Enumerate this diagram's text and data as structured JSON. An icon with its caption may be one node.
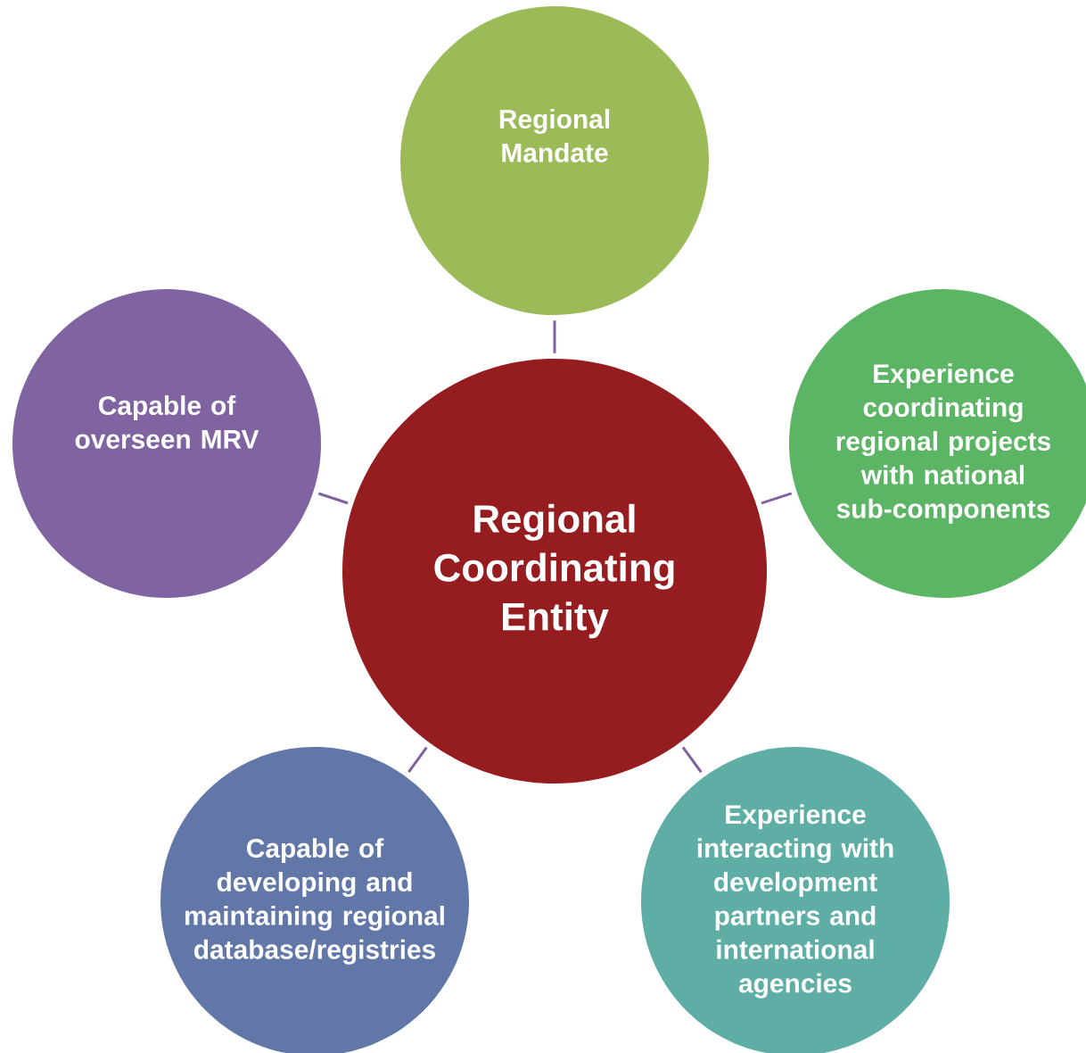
{
  "diagram": {
    "nodes": [
      {
        "text": [
          "Regional Coordinating Entity"
        ]
      },
      {
        "text": [
          "Regional Mandate"
        ]
      },
      {
        "text": [
          "Capable of overseen MRV"
        ]
      },
      {
        "text": [
          "Experience coordinating regional projects with national sub-components"
        ]
      },
      {
        "text": [
          "Capable of developing and maintaining regional database/registries"
        ]
      },
      {
        "text": [
          "Experience interacting with development partners and international agencies"
        ]
      }
    ],
    "edges": [
      {
        "from": 0,
        "to": 1,
        "arrow": "none"
      },
      {
        "from": 0,
        "to": 2,
        "arrow": "none"
      },
      {
        "from": 0,
        "to": 3,
        "arrow": "none"
      },
      {
        "from": 0,
        "to": 4,
        "arrow": "none"
      },
      {
        "from": 0,
        "to": 5,
        "arrow": "none"
      }
    ]
  }
}
